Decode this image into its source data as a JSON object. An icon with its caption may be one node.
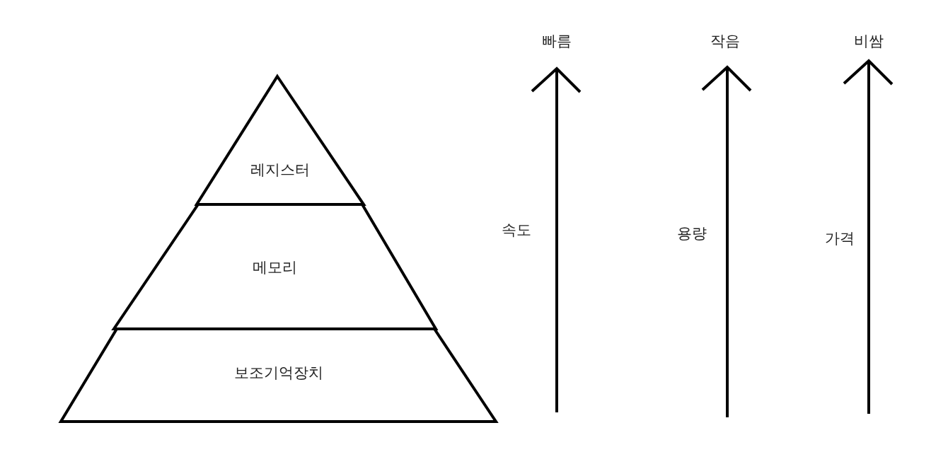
{
  "diagram": {
    "nodes": [
      {
        "text": [
          "레지스터"
        ]
      },
      {
        "text": [
          "메모리"
        ]
      },
      {
        "text": [
          "보조기억장치"
        ]
      }
    ],
    "labels": [
      "빠름",
      "작음",
      "비쌈",
      "속도",
      "용량",
      "가격"
    ]
  }
}
